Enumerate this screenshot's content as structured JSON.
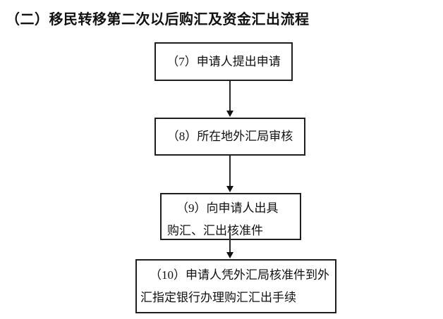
{
  "title": "（二）移民转移第二次以后购汇及资金汇出流程",
  "flowchart": {
    "boxes": [
      {
        "id": "step-7",
        "lines": [
          "（7）申请人提出申请"
        ]
      },
      {
        "id": "step-8",
        "lines": [
          "（8）所在地外汇局审核"
        ]
      },
      {
        "id": "step-9",
        "lines": [
          "（9）向申请人出具",
          "购汇、汇出核准件"
        ]
      },
      {
        "id": "step-10",
        "lines": [
          "（10）申请人凭外汇局核准件到外",
          "汇指定银行办理购汇汇出手续"
        ]
      }
    ],
    "colors": {
      "background": "#ffffff",
      "border": "#1f1f1f",
      "text": "#111111",
      "connector": "#2a2a2a"
    }
  }
}
